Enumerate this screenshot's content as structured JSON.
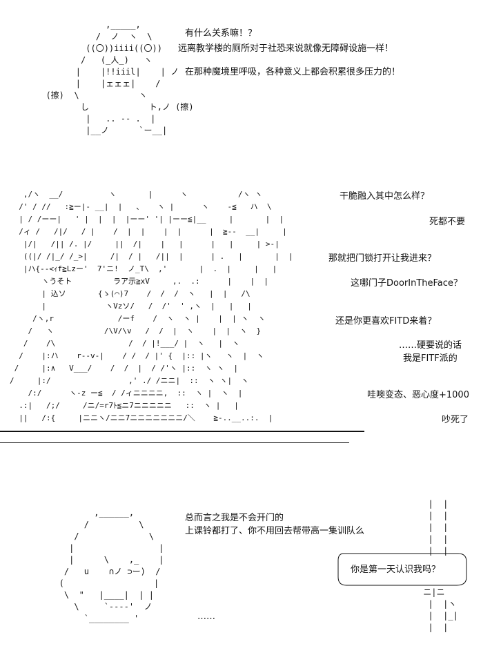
{
  "panel1": {
    "character_art": "              ,_____,\n            /  ノ  ヽ  \\\n          ((〇))iiii((〇))\n         /   (_人_)   ヽ\n        |    |!!iiil|    | ノ\n        |    |ェェェ|    /\n  (擦)  \\            ヽ\n         し            ト,ノ (擦)\n          |   .. -- .  |\n          |__ノ      `ー__|",
    "dialogue": [
      "有什么关系嘛！？",
      "远离教学楼的厕所对于社恐来说就像无障碍设施一样！",
      "在那种魔境里呼吸，各种意义上都会积累很多压力的！"
    ]
  },
  "panel2": {
    "scene_art": "   ,/ヽ  __/          ヽ       |      ヽ           /ヽ ヽ\n  /' / //   :≧ー|- __|  |   、   ヽ |      ヽ    -≦   ハ  \\\n  | / /ーー|   ' |  |  |  |ーー' '| |ーー≦|__     |       |  |\n  /ィ /   /|/   / |    /  |  |    |  |      |  ≧--  __|     |\n   |/|   /|| /. |/     ||  /|    |   |      |   |     | >-|\n   ((|/ /|_/ /_>|     /|  / |   /||  |      | .   |       |  |\n   |ハ{--<ｨf≧Lzー'  7'ニ!  ノ_T\\  ,'       |  .  |     |   |\n       ヽうそト         ラア示≧xV     ,.  .:      |    |  |\n       | 込ソ       {ゝ(⌒)7    /  /  /  ヽ   |  |   /\\\n       |             ヽVzソ/   /  /'  ' ,ヽ  |   |   |\n     /ヽ,r              /ーf    /  ヽ  ヽ |    |  | ヽ  ヽ\n    /   ヽ           /\\V/\\v   /  /  |  ヽ    |  |  ヽ  }\n   /    /\\                /  / |!___/ |  ヽ   |  ヽ\n  /    |:ハ    r‐‐v‐|    / /  / |' {  |:: |ヽ   ヽ  |  ヽ\n /     |:∧   V___/    /  /  |  / /'ヽ |::  ヽ ヽ  |\n/     |:/                 ,' ./ /ニニ|  ::  ヽ ヽ|  ヽ\n    /:/      ヽ-z ー≦  / /ィニニニニ,  ::  ヽ |  ヽ  |\n  .:|   /;/     /ニ/=r7ﾄ≦ニ7ニニニニニ   ::  ヽ |   |\n  ||   /:{     |ニニヽ/ニニ7ニニニニニニニ/＼    ≧-..__..:.  |",
    "dialogue_left": [
      "干脆融入其中怎么样？",
      "那就把门锁打开让我进来？",
      "还是你更喜欢FITD来着？",
      "哇噢变态、恶心度+1000"
    ],
    "dialogue_right": [
      "死都不要",
      "这哪门子DoorInTheFace？",
      "……硬要说的话",
      "我是FITF派的",
      "吵死了"
    ]
  },
  "panel3": {
    "character_art": "          ,______,\n        /          \\\n      /              \\\n     |                 |\n     |      \\    ,_    |\n    /   u    ∩ノ ⊃ー)  /\n   (                  |\n    \\  \"   |____|  | |\n      \\     `----'  ノ\n        `________ '",
    "dialogue": [
      "总而言之我是不会开门的",
      "上课铃都打了、你不用回去帮带高一集训队么"
    ],
    "door_art": "  |  |\n  |  |\n  |  |\n  |  |\n  |  |",
    "door_handle_art": " ニ|ニ\n  |  |ヽ\n  |  |_|\n  |  |",
    "reply": "你是第一天认识我吗？",
    "ellipsis": "……"
  }
}
